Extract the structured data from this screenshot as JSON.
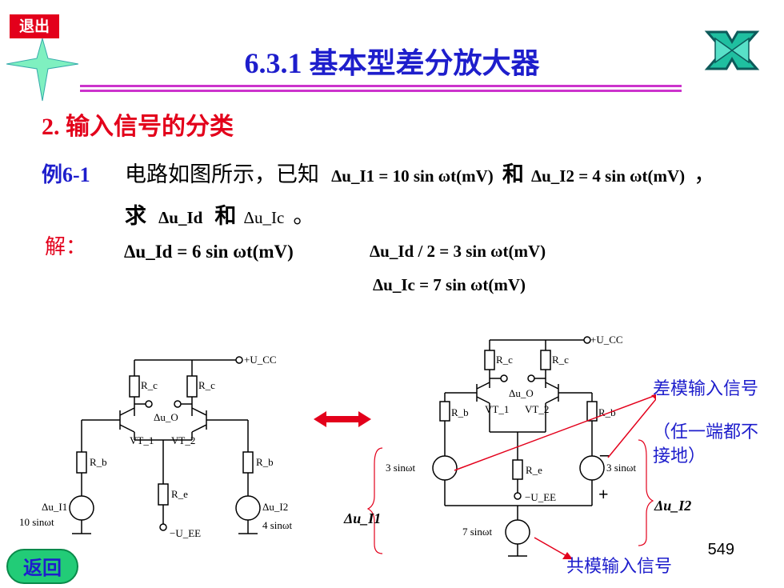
{
  "nav": {
    "exit_label": "退出",
    "back_label": "返回"
  },
  "header": {
    "title": "6.3.1 基本型差分放大器"
  },
  "section": {
    "heading": "2. 输入信号的分类"
  },
  "example": {
    "label": "例6-1",
    "text_part1": "电路如图所示，已知",
    "eq_uI1": "Δu_I1 = 10 sin ωt(mV)",
    "and_1": "和",
    "eq_uI2": "Δu_I2 = 4 sin ωt(mV)",
    "comma": "，",
    "ask": "求",
    "target_1": "Δu_Id",
    "and_2": "和",
    "target_2": "Δu_Ic",
    "period": "。"
  },
  "solution": {
    "label": "解：",
    "eq_diff": "Δu_Id = 6 sin ωt(mV)",
    "eq_half": "Δu_Id / 2 = 3 sin ωt(mV)",
    "eq_common": "Δu_Ic = 7 sin ωt(mV)"
  },
  "left_circuit": {
    "vcc": "+U_CC",
    "vee": "−U_EE",
    "rc1": "R_c",
    "rc2": "R_c",
    "rb1": "R_b",
    "rb2": "R_b",
    "re": "R_e",
    "vt1": "VT_1",
    "vt2": "VT_2",
    "uo": "Δu_O",
    "src1_name": "Δu_I1",
    "src1_val": "10 sinωt",
    "src2_name": "Δu_I2",
    "src2_val": "4 sinωt"
  },
  "right_circuit": {
    "vcc": "+U_CC",
    "vee": "−U_EE",
    "rc1": "R_c",
    "rc2": "R_c",
    "rb1": "R_b",
    "rb2": "R_b",
    "re": "R_e",
    "vt1": "VT_1",
    "vt2": "VT_2",
    "uo": "Δu_O",
    "diff_src_left": "3 sinωt",
    "diff_src_right": "3 sinωt",
    "common_src": "7 sinωt",
    "brace_left": "Δu_I1",
    "brace_right": "Δu_I2"
  },
  "annotations": {
    "diff_mode": "差模输入信号",
    "diff_note_1": "（任一端都不",
    "diff_note_2": "接地）",
    "common_mode": "共模输入信号"
  },
  "page_number": "549",
  "colors": {
    "accent_red": "#e3001b",
    "accent_blue": "#1e1ecc",
    "rule": "#cc33cc",
    "back_btn": "#22cc77"
  }
}
